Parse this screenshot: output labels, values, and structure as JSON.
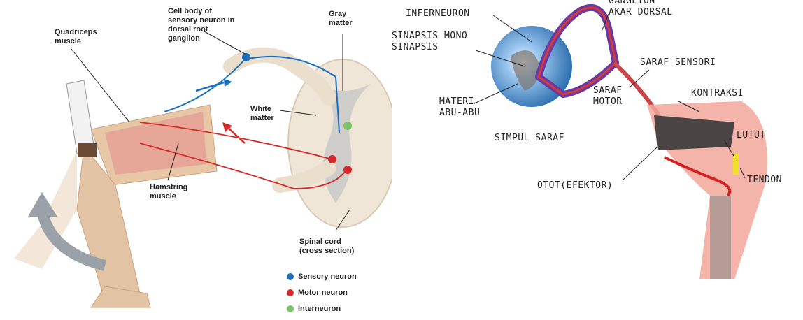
{
  "left_diagram": {
    "labels": {
      "cell_body": "Cell body of\nsensory neuron in\ndorsal root\nganglion",
      "gray_matter": "Gray\nmatter",
      "quadriceps": "Quadriceps\nmuscle",
      "white_matter": "White\nmatter",
      "hamstring": "Hamstring\nmuscle",
      "spinal_cord": "Spinal cord\n(cross section)"
    },
    "legend": [
      {
        "label": "Sensory neuron",
        "color": "#1a6fc0"
      },
      {
        "label": "Motor neuron",
        "color": "#d62828"
      },
      {
        "label": "Interneuron",
        "color": "#7ac36a"
      }
    ]
  },
  "right_diagram": {
    "labels": {
      "ganglion": "GANGLION\nAKAR DORSAL",
      "inferneuron": "INFERNEURON",
      "sinapsis": "SINAPSIS MONO\nSINAPSIS",
      "saraf_sensori": "SARAF SENSORI",
      "saraf_motor": "SARAF\nMOTOR",
      "kontraksi": "KONTRAKSI",
      "materi": "MATERI\nABU-ABU",
      "simpul": "SIMPUL SARAF",
      "lutut": "LUTUT",
      "otot": "OTOT(EFEKTOR)",
      "tendon": "TENDON"
    }
  }
}
